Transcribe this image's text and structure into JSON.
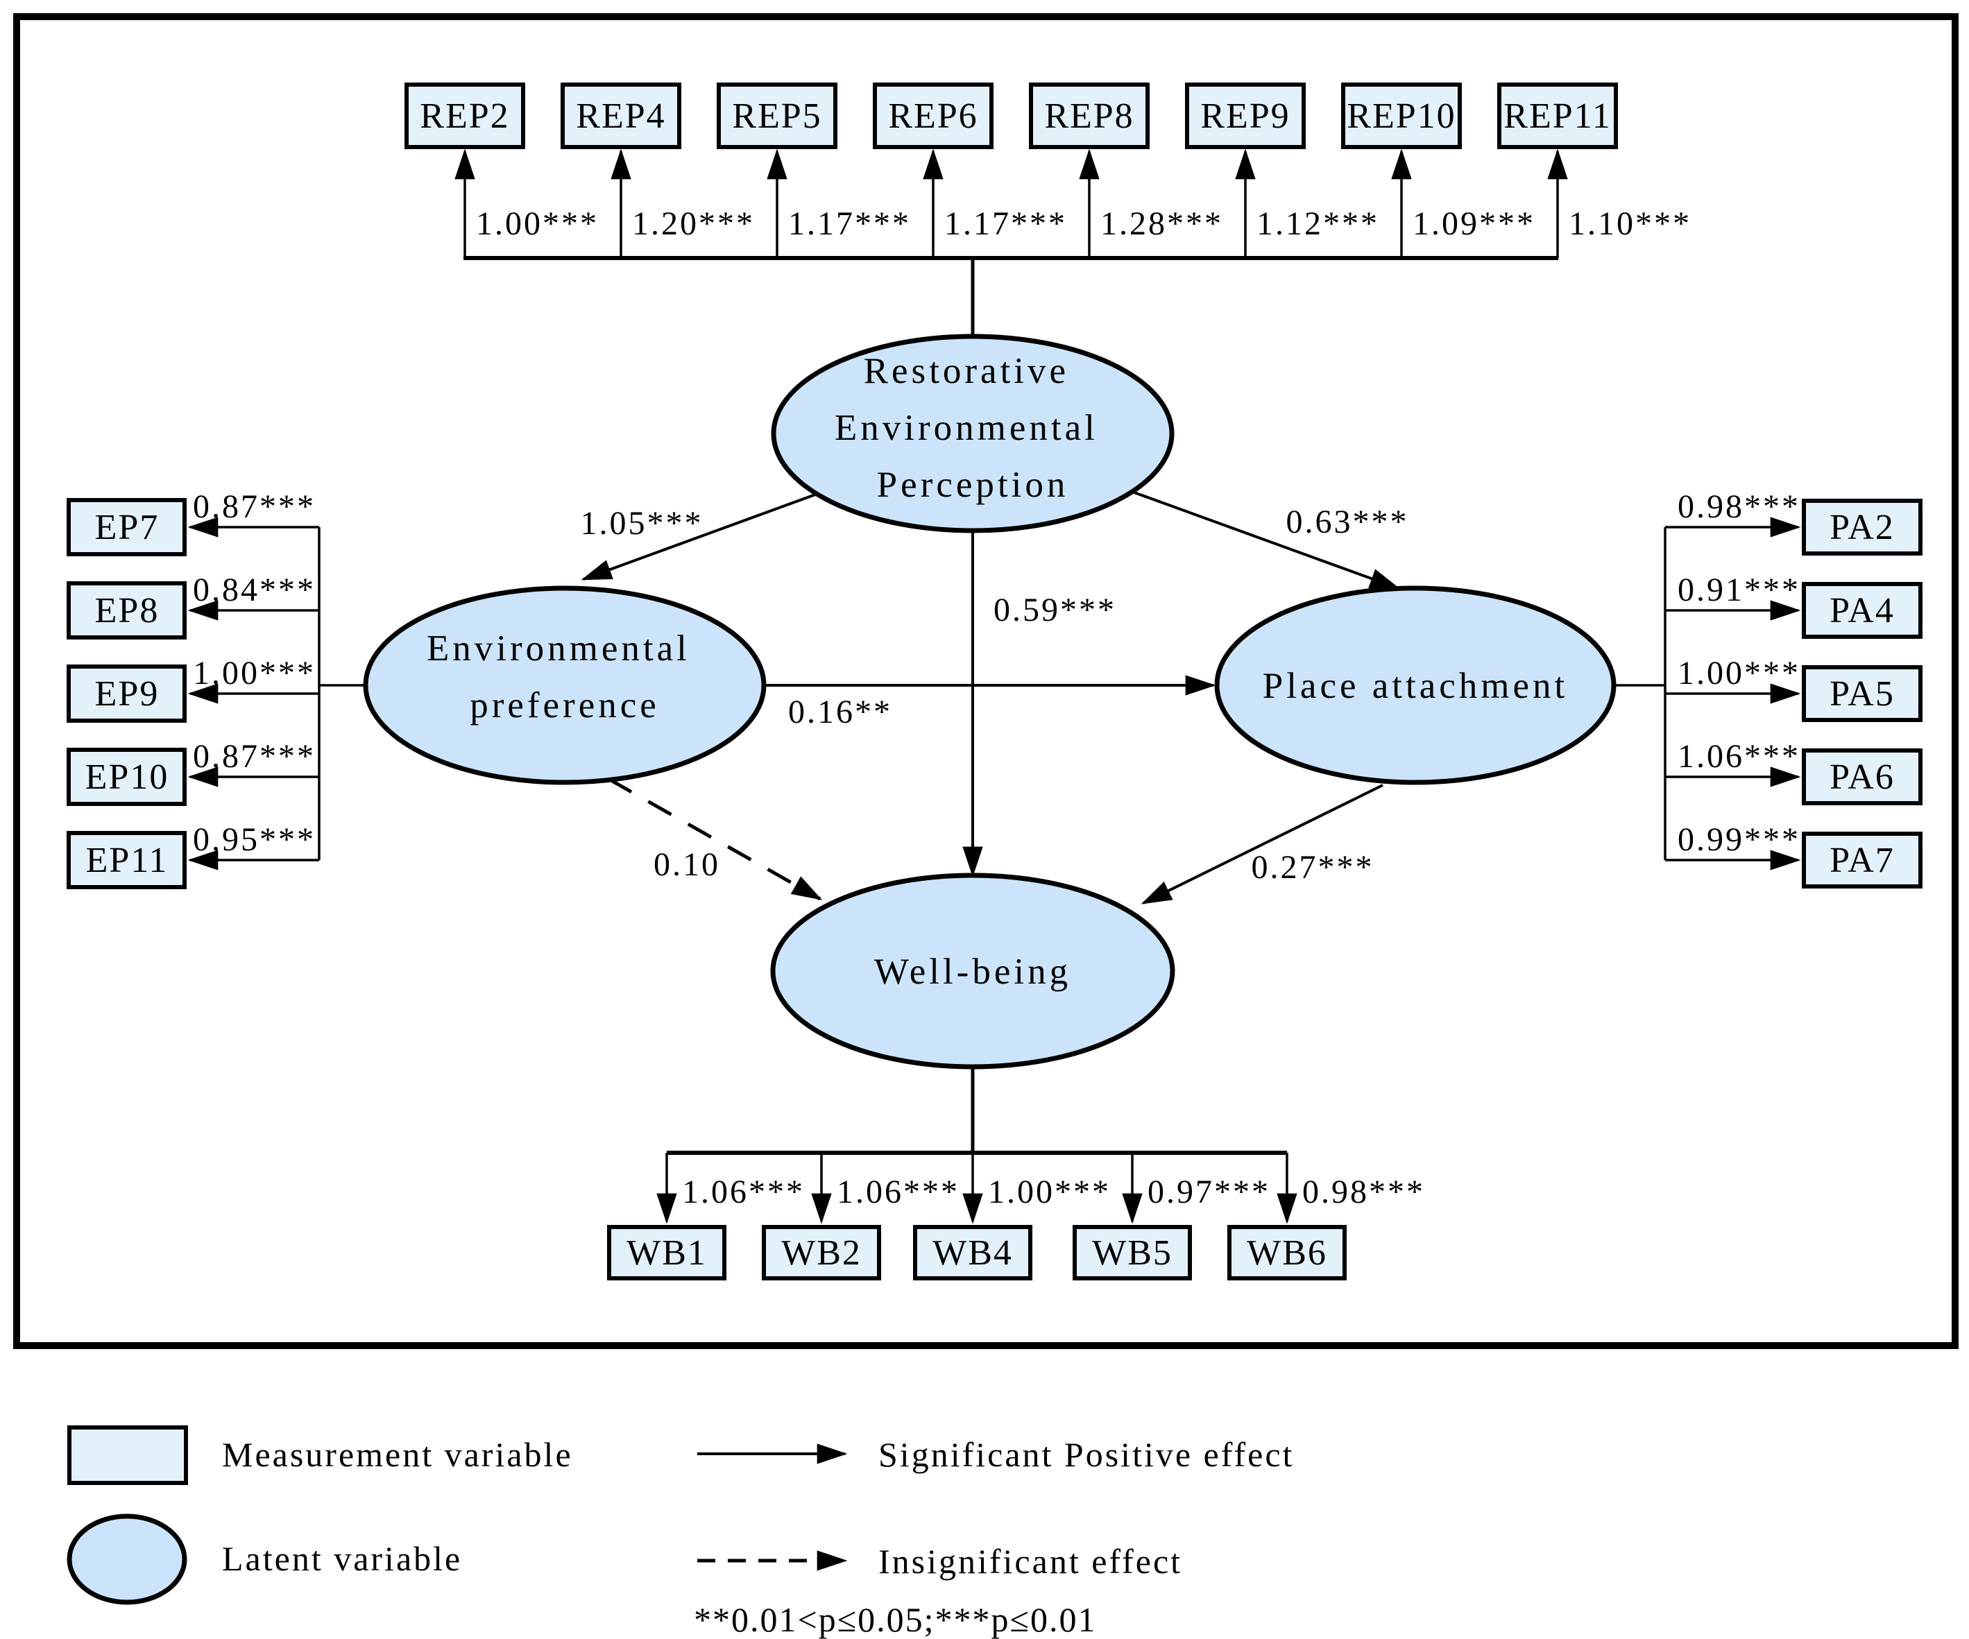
{
  "nodes": {
    "rep": {
      "lines": [
        "Restorative",
        "Environmental",
        "Perception"
      ]
    },
    "ep": {
      "lines": [
        "Environmental",
        "preference"
      ]
    },
    "pa": {
      "label": "Place attachment"
    },
    "wb": {
      "label": "Well-being"
    }
  },
  "paths": {
    "rep_ep": "1.05***",
    "rep_pa": "0.63***",
    "rep_wb": "0.59***",
    "ep_pa": "0.16**",
    "ep_wb": "0.10",
    "pa_wb": "0.27***"
  },
  "indicators": {
    "rep": [
      {
        "label": "REP2",
        "loading": "1.00***"
      },
      {
        "label": "REP4",
        "loading": "1.20***"
      },
      {
        "label": "REP5",
        "loading": "1.17***"
      },
      {
        "label": "REP6",
        "loading": "1.17***"
      },
      {
        "label": "REP8",
        "loading": "1.28***"
      },
      {
        "label": "REP9",
        "loading": "1.12***"
      },
      {
        "label": "REP10",
        "loading": "1.09***"
      },
      {
        "label": "REP11",
        "loading": "1.10***"
      }
    ],
    "ep": [
      {
        "label": "EP7",
        "loading": "0.87***"
      },
      {
        "label": "EP8",
        "loading": "0.84***"
      },
      {
        "label": "EP9",
        "loading": "1.00***"
      },
      {
        "label": "EP10",
        "loading": "0.87***"
      },
      {
        "label": "EP11",
        "loading": "0.95***"
      }
    ],
    "pa": [
      {
        "label": "PA2",
        "loading": "0.98***"
      },
      {
        "label": "PA4",
        "loading": "0.91***"
      },
      {
        "label": "PA5",
        "loading": "1.00***"
      },
      {
        "label": "PA6",
        "loading": "1.06***"
      },
      {
        "label": "PA7",
        "loading": "0.99***"
      }
    ],
    "wb": [
      {
        "label": "WB1",
        "loading": "1.06***"
      },
      {
        "label": "WB2",
        "loading": "1.06***"
      },
      {
        "label": "WB4",
        "loading": "1.00***"
      },
      {
        "label": "WB5",
        "loading": "0.97***"
      },
      {
        "label": "WB6",
        "loading": "0.98***"
      }
    ]
  },
  "legend": {
    "measurement": "Measurement variable",
    "latent": "Latent variable",
    "significant": "Significant Positive effect",
    "insignificant": "Insignificant effect",
    "pnote": "**0.01<p≤0.05;***p≤0.01"
  },
  "colors": {
    "box": "#e3f1fb",
    "ellipse": "#cbe4f9",
    "line": "#000000"
  }
}
